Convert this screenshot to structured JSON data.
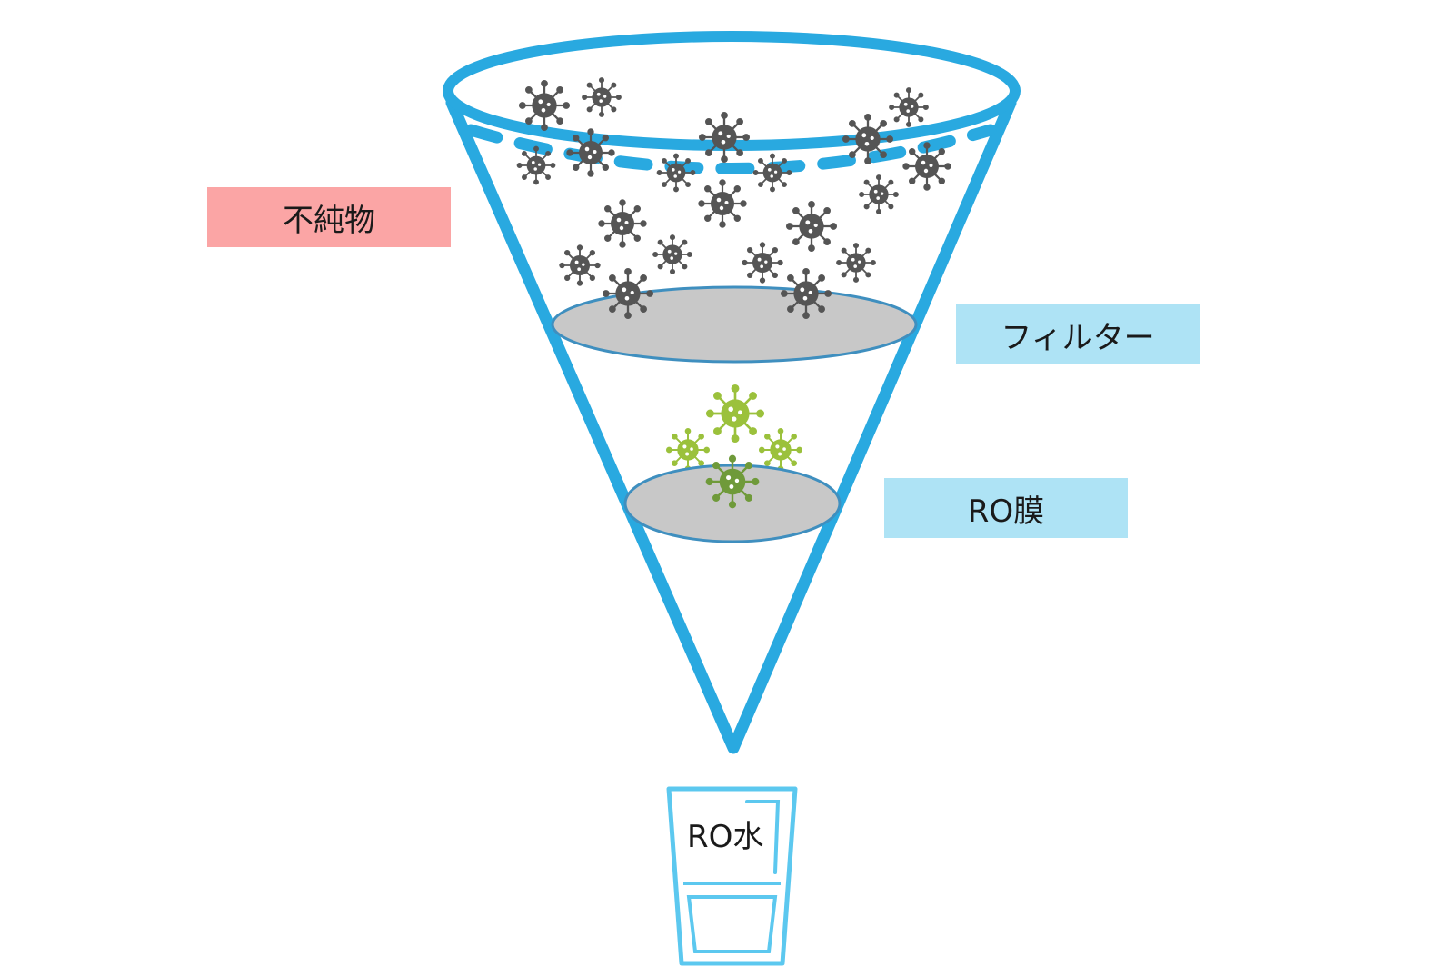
{
  "labels": {
    "impurities": "不純物",
    "filter": "フィルター",
    "ro_membrane": "RO膜",
    "ro_water": "RO水"
  },
  "colors": {
    "funnel_stroke": "#29a9e0",
    "impurities_box": "#fba5a5",
    "filter_box": "#aee3f5",
    "ro_membrane_box": "#aee3f5",
    "disc_fill": "#c8c8c8",
    "disc_stroke": "#3f8fbf",
    "impurity_particle": "#555555",
    "small_particle": "#9bc13c",
    "small_particle_dark": "#6f9a3a",
    "glass_stroke": "#5cc8ef"
  },
  "icons": {
    "impurity": "virus-particle-icon",
    "small_particle": "virus-particle-icon"
  }
}
